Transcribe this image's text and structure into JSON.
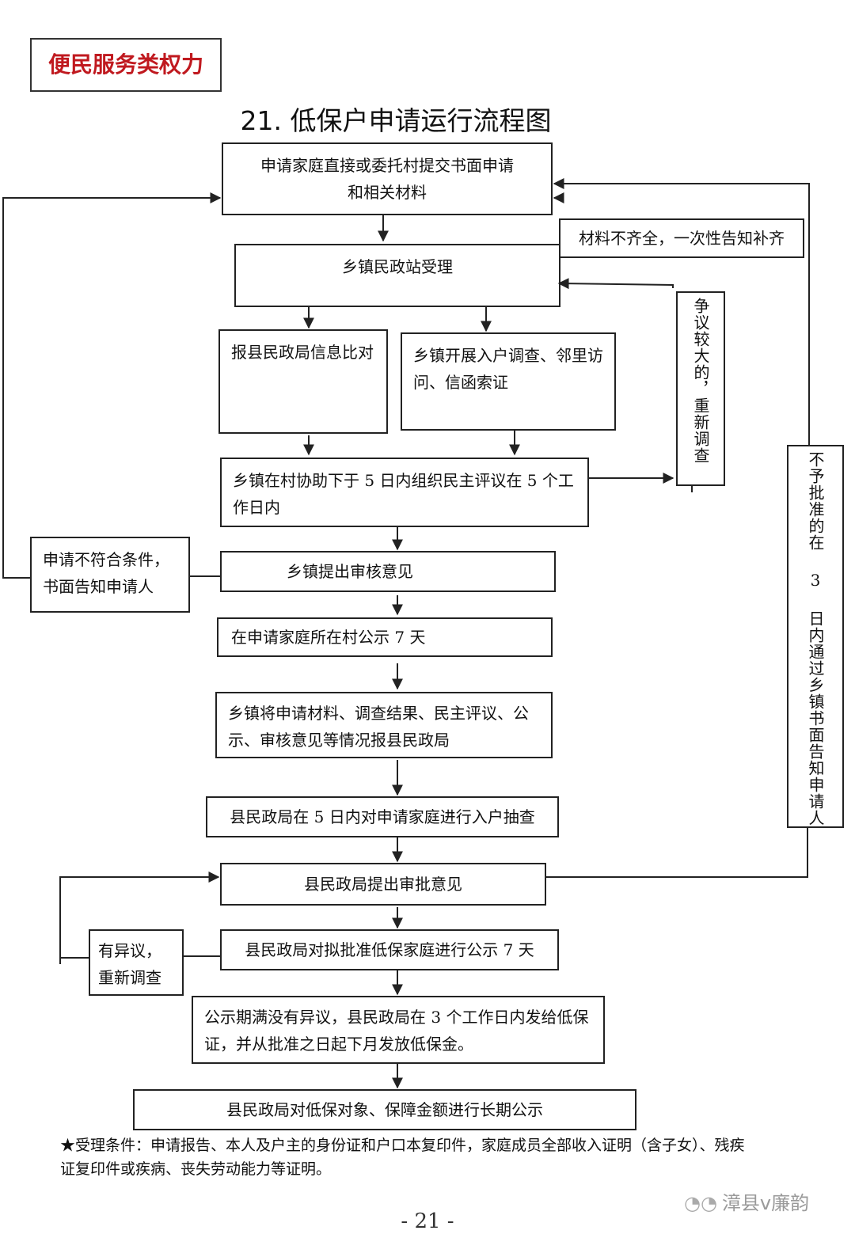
{
  "header": {
    "category": "便民服务类权力"
  },
  "title": "21. 低保户申请运行流程图",
  "steps": {
    "apply": "申请家庭直接或委托村提交书面申请和相关材料",
    "incomplete": "材料不齐全，一次性告知补齐",
    "accept": "乡镇民政站受理",
    "info_compare": "报县民政局信息比对",
    "investigate": "乡镇开展入户调查、邻里访问、信函索证",
    "dispute": "争议较大的，重新调查",
    "democratic_review": "乡镇在村协助下于 5 日内组织民主评议在 5 个工作日内",
    "not_qualified": "申请不符合条件，书面告知申请人",
    "review_opinion": "乡镇提出审核意见",
    "village_publicity": "在申请家庭所在村公示 7 天",
    "report_county": "乡镇将申请材料、调查结果、民主评议、公示、审核意见等情况报县民政局",
    "spot_check": "县民政局在 5 日内对申请家庭进行入户抽查",
    "not_approved": "不予批准的在 3 日内通过乡镇书面告知申请人",
    "approval_opinion": "县民政局提出审批意见",
    "objection": "有异议，重新调查",
    "county_publicity": "县民政局对拟批准低保家庭进行公示 7 天",
    "issue_certificate": "公示期满没有异议，县民政局在 3 个工作日内发给低保证，并从批准之日起下月发放低保金。",
    "long_term_publicity": "县民政局对低保对象、保障金额进行长期公示"
  },
  "footnote": "★受理条件：申请报告、本人及户主的身份证和户口本复印件，家庭成员全部收入证明（含子女）、残疾证复印件或疾病、丧失劳动能力等证明。",
  "page_number": "- 21 -",
  "watermark": {
    "icon": "wechat-icon",
    "text": "漳县v廉韵"
  },
  "colors": {
    "category_text": "#c0191f",
    "line": "#222222"
  }
}
